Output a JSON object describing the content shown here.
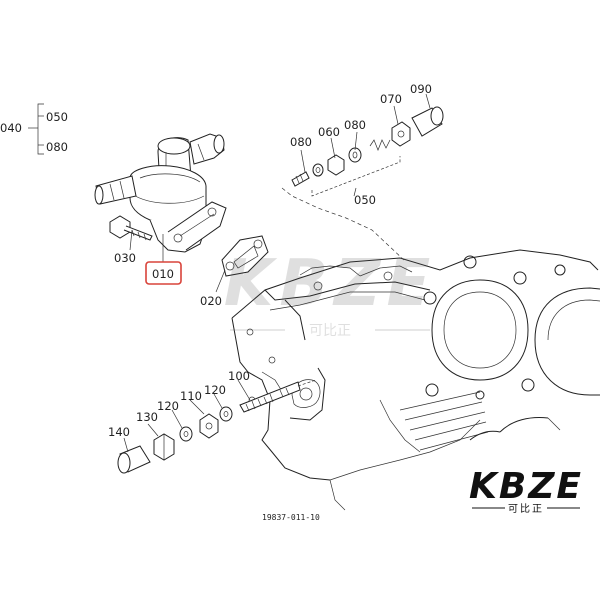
{
  "labels": {
    "p040": "040",
    "p050a": "050",
    "p080a": "080",
    "p010": "010",
    "p030": "030",
    "p020": "020",
    "p080b": "080",
    "p060": "060",
    "p080c": "080",
    "p070": "070",
    "p090": "090",
    "p050b": "050",
    "p100": "100",
    "p120a": "120",
    "p110": "110",
    "p120b": "120",
    "p130": "130",
    "p140": "140"
  },
  "figure_code": "19837-011-10",
  "highlight_color": "#d9433a",
  "watermark": {
    "text": "KBZE",
    "subtext": "可比正"
  },
  "logo": {
    "text": "KBZE",
    "subtext": "可比正"
  }
}
